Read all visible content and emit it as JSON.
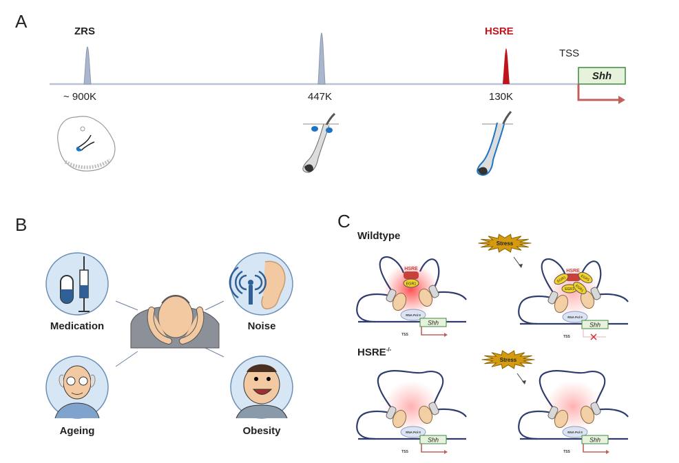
{
  "panel_a": {
    "label": "A",
    "zrs": "ZRS",
    "hsre": "HSRE",
    "tss": "TSS",
    "gene": "Shh",
    "positions": [
      "~ 900K",
      "447K",
      "130K"
    ],
    "colors": {
      "peak": "#a9b6cc",
      "hsre_peak": "#c0141c",
      "hsre_text": "#c0141c",
      "line": "#b8c4d4",
      "arrow": "#c0605c",
      "gene_box": "#e6f2dc",
      "gene_border": "#3c8a3c"
    }
  },
  "panel_b": {
    "label": "B",
    "factors": [
      "Medication",
      "Noise",
      "Ageing",
      "Obesity"
    ],
    "colors": {
      "circle": "#d6e6f5",
      "circle_border": "#6b8fb5"
    }
  },
  "panel_c": {
    "label": "C",
    "wildtype": "Wildtype",
    "knockout": "HSRE",
    "knockout_sup": "-/-",
    "stress": "Stress",
    "hsre": "HSRE",
    "egr1": "EGR1",
    "rna_pol": "RNA Pol II",
    "gene": "Shh",
    "tss": "TSS",
    "colors": {
      "chromatin": "#2e3d6e",
      "stress": "#d49a10",
      "hsre": "#c8403c",
      "egr1": "#f2d22a",
      "cohesin": "#d8d8d8",
      "ctcf": "#f2cfa4",
      "pol": "#dce4f4"
    }
  }
}
